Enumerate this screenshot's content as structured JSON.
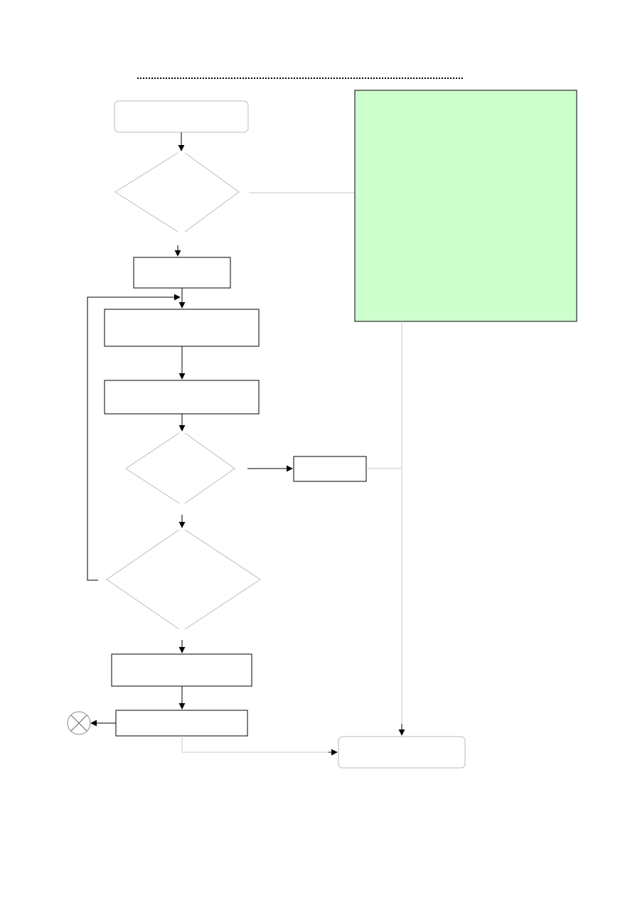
{
  "diagram": {
    "title": "",
    "nodes": {
      "start": {
        "shape": "rounded-rectangle",
        "label": ""
      },
      "decision_1": {
        "shape": "diamond",
        "label": ""
      },
      "step_1": {
        "shape": "rectangle",
        "label": ""
      },
      "step_2": {
        "shape": "rectangle",
        "label": ""
      },
      "step_3": {
        "shape": "rectangle",
        "label": ""
      },
      "decision_2": {
        "shape": "diamond",
        "label": ""
      },
      "side_step": {
        "shape": "rectangle",
        "label": ""
      },
      "decision_3": {
        "shape": "diamond",
        "label": ""
      },
      "step_4": {
        "shape": "rectangle",
        "label": ""
      },
      "step_5": {
        "shape": "rectangle",
        "label": ""
      },
      "terminator_x": {
        "shape": "circle-x",
        "label": ""
      },
      "end": {
        "shape": "rounded-rectangle",
        "label": ""
      },
      "note": {
        "shape": "note",
        "label": ""
      }
    },
    "edges": [
      {
        "from": "start",
        "to": "decision_1"
      },
      {
        "from": "decision_1",
        "to": "step_1"
      },
      {
        "from": "decision_1",
        "to": "note"
      },
      {
        "from": "step_1",
        "to": "step_2"
      },
      {
        "from": "step_2",
        "to": "step_3"
      },
      {
        "from": "step_3",
        "to": "decision_2"
      },
      {
        "from": "decision_2",
        "to": "side_step"
      },
      {
        "from": "decision_2",
        "to": "decision_3"
      },
      {
        "from": "decision_3",
        "to": "step_2",
        "kind": "loop-back"
      },
      {
        "from": "decision_3",
        "to": "step_4"
      },
      {
        "from": "step_4",
        "to": "step_5"
      },
      {
        "from": "step_5",
        "to": "terminator_x"
      },
      {
        "from": "step_5",
        "to": "end"
      },
      {
        "from": "side_step",
        "to": "end"
      },
      {
        "from": "note",
        "to": "end"
      }
    ],
    "colors": {
      "stroke": "#000000",
      "connector_light": "#c8c8c8",
      "note_fill": "#ccffcc",
      "background": "#ffffff"
    }
  }
}
